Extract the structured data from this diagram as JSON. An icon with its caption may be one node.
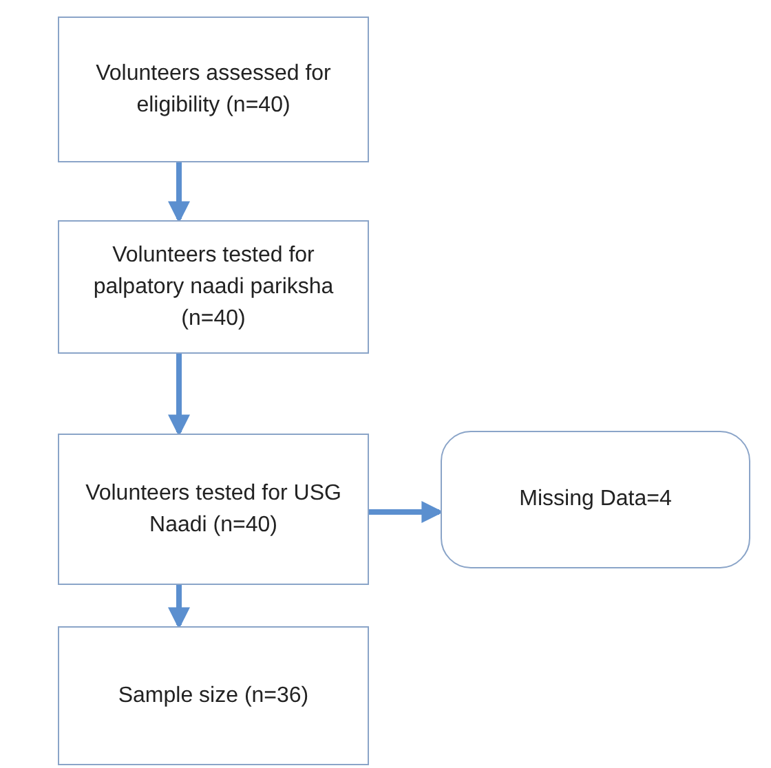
{
  "diagram": {
    "nodes": [
      {
        "text": [
          "Volunteers assessed for eligibility (n=40)"
        ]
      },
      {
        "text": [
          "Volunteers tested  for palpatory naadi pariksha (n=40)"
        ]
      },
      {
        "text": [
          "Volunteers tested for USG Naadi (n=40)"
        ]
      },
      {
        "text": [
          "Missing Data=4"
        ]
      },
      {
        "text": [
          "Sample size (n=36)"
        ]
      }
    ],
    "edges": [
      {
        "from": 0,
        "to": 1,
        "arrow": "to"
      },
      {
        "from": 1,
        "to": 2,
        "arrow": "to"
      },
      {
        "from": 2,
        "to": 3,
        "arrow": "to"
      },
      {
        "from": 2,
        "to": 4,
        "arrow": "to"
      }
    ]
  }
}
